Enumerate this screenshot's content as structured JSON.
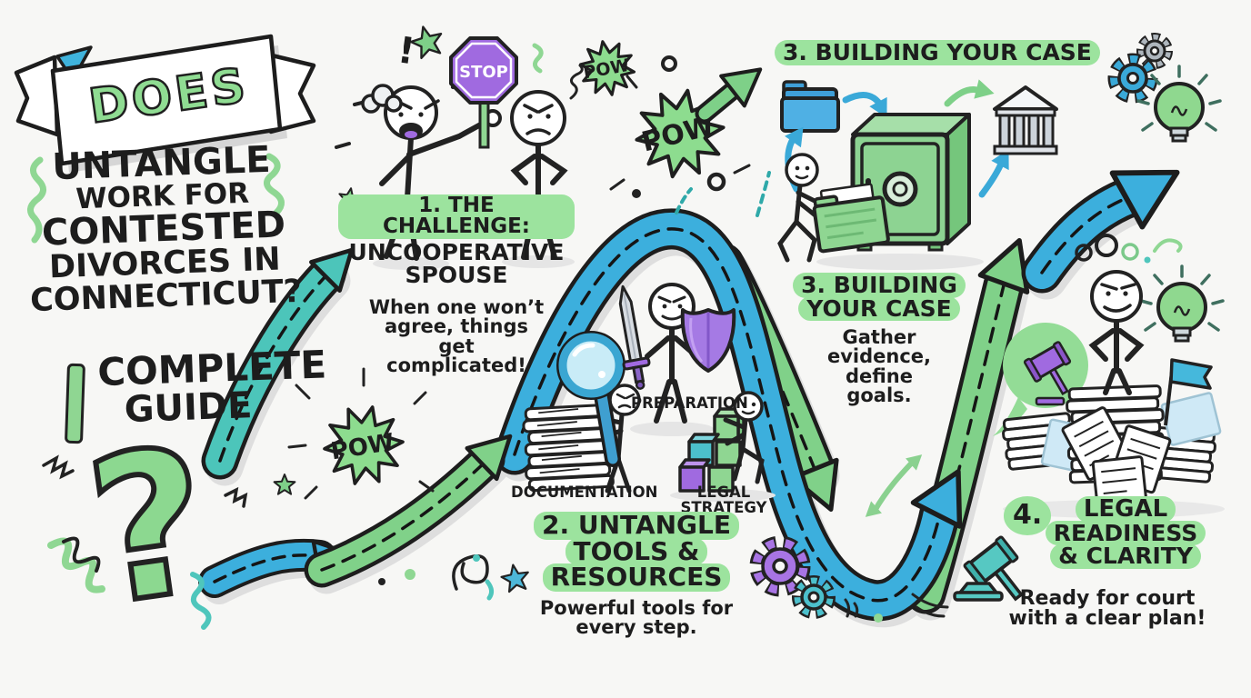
{
  "banner": {
    "word": "DOES"
  },
  "title": {
    "line1": "UNTANGLE",
    "line2": "WORK FOR",
    "line3": "CONTESTED",
    "line4": "DIVORCES IN",
    "line5": "CONNECTICUT?"
  },
  "subtitle": {
    "line1": "COMPLETE",
    "line2": "GUIDE"
  },
  "decor": {
    "question_mark": "?",
    "pow": "POW",
    "stop": "STOP",
    "exclamation": "!"
  },
  "sections": {
    "challenge": {
      "heading": "1. THE CHALLENGE:",
      "subheading1": "UNCOOPERATIVE",
      "subheading2": "SPOUSE",
      "body1": "When one won’t",
      "body2": "agree, things",
      "body3": "get",
      "body4": "complicated!"
    },
    "tools": {
      "heading1": "2. UNTANGLE",
      "heading2": "TOOLS &",
      "heading3": "RESOURCES",
      "body1": "Powerful tools for",
      "body2": "every step."
    },
    "building_top": {
      "heading": "3. BUILDING YOUR CASE"
    },
    "building_mid": {
      "heading1": "3. BUILDING",
      "heading2": "YOUR CASE",
      "body1": "Gather",
      "body2": "evidence,",
      "body3": "define",
      "body4": "goals."
    },
    "readiness": {
      "number": "4.",
      "heading1": "LEGAL",
      "heading2": "READINESS",
      "heading3": "& CLARITY",
      "body1": "Ready for court",
      "body2": "with a clear plan!"
    }
  },
  "labels": {
    "documentation": "DOCUMENTATION",
    "preparation": "PREPARATION",
    "legal_strategy": "LEGAL STRATEGY"
  },
  "colors": {
    "background": "#f7f7f5",
    "green": "#80d189",
    "green_highlight": "#9ce39e",
    "teal": "#4cc5ba",
    "blue": "#3cafdd",
    "purple": "#a06ae0",
    "ink": "#1d1d1d"
  }
}
